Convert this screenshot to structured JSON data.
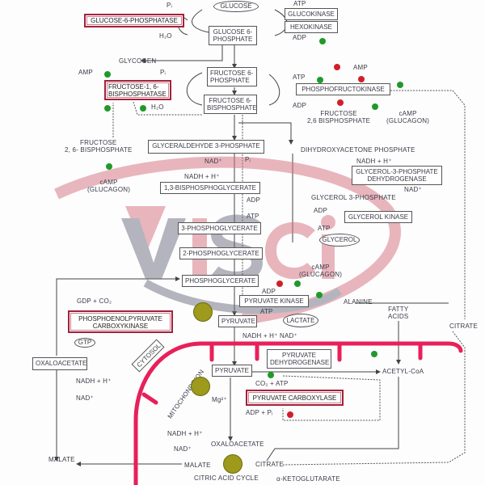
{
  "watermark": {
    "text": "VISci",
    "colors": {
      "pink": "#d4707f",
      "grey": "#6e6e80"
    }
  },
  "colors": {
    "membrane": "#e8205a",
    "enzyme_border": "#a3213a",
    "activator": "#1f9a2a",
    "inhibitor": "#d11f2a",
    "complex": "#9d9a1c"
  },
  "top": {
    "pi": "Pᵢ",
    "glucose": "GLUCOSE",
    "g6pase": "GLUCOSE-6-PHOSPHATASE",
    "h2o": "H₂O",
    "g6p": [
      "GLUCOSE 6-",
      "PHOSPHATE"
    ],
    "atp": "ATP",
    "glucokinase": "GLUCOKINASE",
    "hexokinase": "HEXOKINASE",
    "adp": "ADP",
    "glycogen": "GLYCOGEN"
  },
  "fructose": {
    "amp": "AMP",
    "fbpase": [
      "FRUCTOSE-1, 6-",
      "BISPHOSPHATASE"
    ],
    "pi": "Pᵢ",
    "h2o": "H₂O",
    "f6p": [
      "FRUCTOSE 6-",
      "PHOSPHATE"
    ],
    "f16bp": [
      "FRUCTOSE 6-",
      "BISPHOSPHATE"
    ],
    "atp": "ATP",
    "adp": "ADP",
    "amp2": "AMP",
    "pfk": "PHOSPHOFRUCTOKINASE",
    "f26bp_right": [
      "FRUCTOSE",
      "2,6 BISPHOSPHATE"
    ],
    "camp_right": [
      "cAMP",
      "(GLUCAGON)"
    ],
    "f26bp_left": [
      "FRUCTOSE",
      "2, 6- BISPHOSPHATE"
    ],
    "camp_left": [
      "cAMP",
      "(GLUCAGON)"
    ]
  },
  "glycolysis": {
    "gap": "GLYCERALDEHYDE 3-PHOSPHATE",
    "nad": "NAD⁺",
    "pi": "Pᵢ",
    "nadh": "NADH + H⁺",
    "bpg13": "1,3-BISPHOSPHOGLYCERATE",
    "adp": "ADP",
    "atp": "ATP",
    "pg3": "3-PHOSPHOGLYCERATE",
    "pg2": "2-PHOSPHOGLYCERATE",
    "pep": "PHOSPHOGLYCERATE",
    "pk_adp": "ADP",
    "pk": "PYRUVATE KINASE",
    "pk_atp": "ATP",
    "pyruvate": "PYRUVATE",
    "lactate": "LACTATE",
    "nadh_nad": "NADH + H⁺ NAD⁺",
    "camp": [
      "cAMP",
      "(GLUCAGON)"
    ],
    "alanine": "ALANINE"
  },
  "glycerol": {
    "dhap": "DIHYDROXYACETONE PHOSPHATE",
    "nadh": "NADH + H⁺",
    "g3pdh": [
      "GLYCEROL-3-PHOSPHATE",
      "DEHYDROGENASE"
    ],
    "nad": "NAD⁺",
    "g3p": "GLYCEROL 3-PHOSPHATE",
    "adp": "ADP",
    "gk": "GLYCEROL KINASE",
    "atp": "ATP",
    "glycerol": "GLYCEROL"
  },
  "left": {
    "gdp": "GDP + CO₂",
    "pepck": [
      "PHOSPHOENOLPYRUVATE",
      "CARBOXYKINASE"
    ],
    "gtp": "GTP",
    "oaa": "OXALOACETATE",
    "nadh": "NADH + H⁺",
    "nad": "NAD⁺",
    "malate": "MALATE"
  },
  "mito": {
    "cytosol": "CYTOSOL",
    "mitochondrion": "MITOCHONDRION",
    "pyruvate": "PYRUVATE",
    "pdh": [
      "PYRUVATE",
      "DEHYDROGENASE"
    ],
    "fatty": [
      "FATTY",
      "ACIDS"
    ],
    "acetyl": "ACETYL-CoA",
    "citrate_right": "CITRATE",
    "co2atp": "CO₂ + ATP",
    "mg": "Mg²⁺",
    "pc": "PYRUVATE CARBOXYLASE",
    "adppi": "ADP + Pᵢ",
    "nadh": "NADH + H⁺",
    "nad": "NAD⁺",
    "oaa": "OXALOACETATE",
    "malate": "MALATE",
    "citrate": "CITRATE",
    "tca": "CITRIC ACID CYCLE",
    "akg": "α-KETOGLUTARATE"
  }
}
